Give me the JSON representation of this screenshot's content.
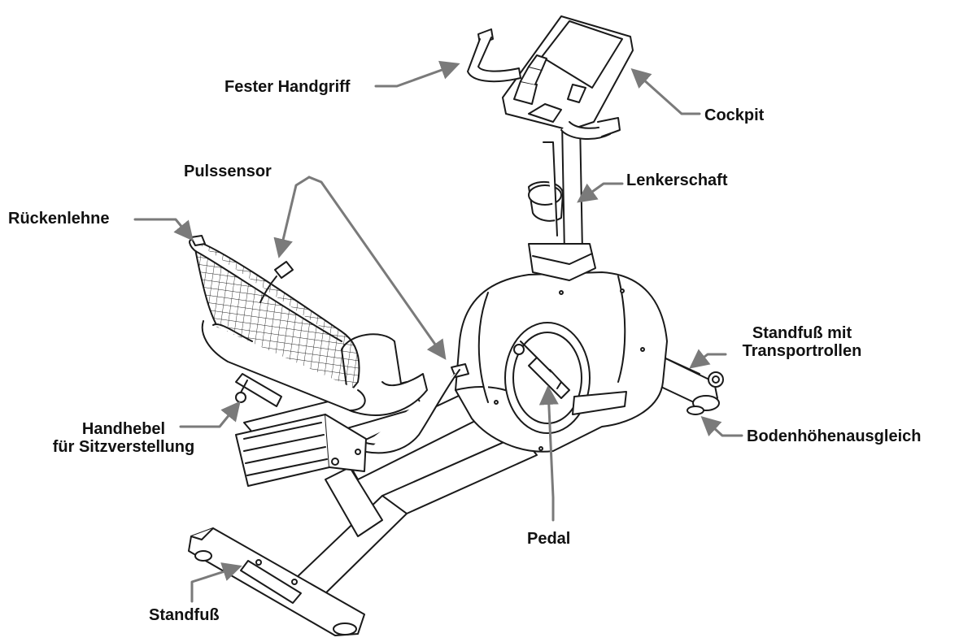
{
  "labels": {
    "fester_handgriff": "Fester Handgriff",
    "cockpit": "Cockpit",
    "pulssensor": "Pulssensor",
    "lenkerschaft": "Lenkerschaft",
    "rueckenlehne": "Rückenlehne",
    "standfuss_transport_1": "Standfuß mit",
    "standfuss_transport_2": "Transportrollen",
    "bodenhoehenausgleich": "Bodenhöhenausgleich",
    "handhebel_1": "Handhebel",
    "handhebel_2": "für Sitzverstellung",
    "pedal": "Pedal",
    "standfuss": "Standfuß"
  },
  "colors": {
    "text": "#111111",
    "leader": "#7a7a7a",
    "line": "#1a1a1a"
  }
}
